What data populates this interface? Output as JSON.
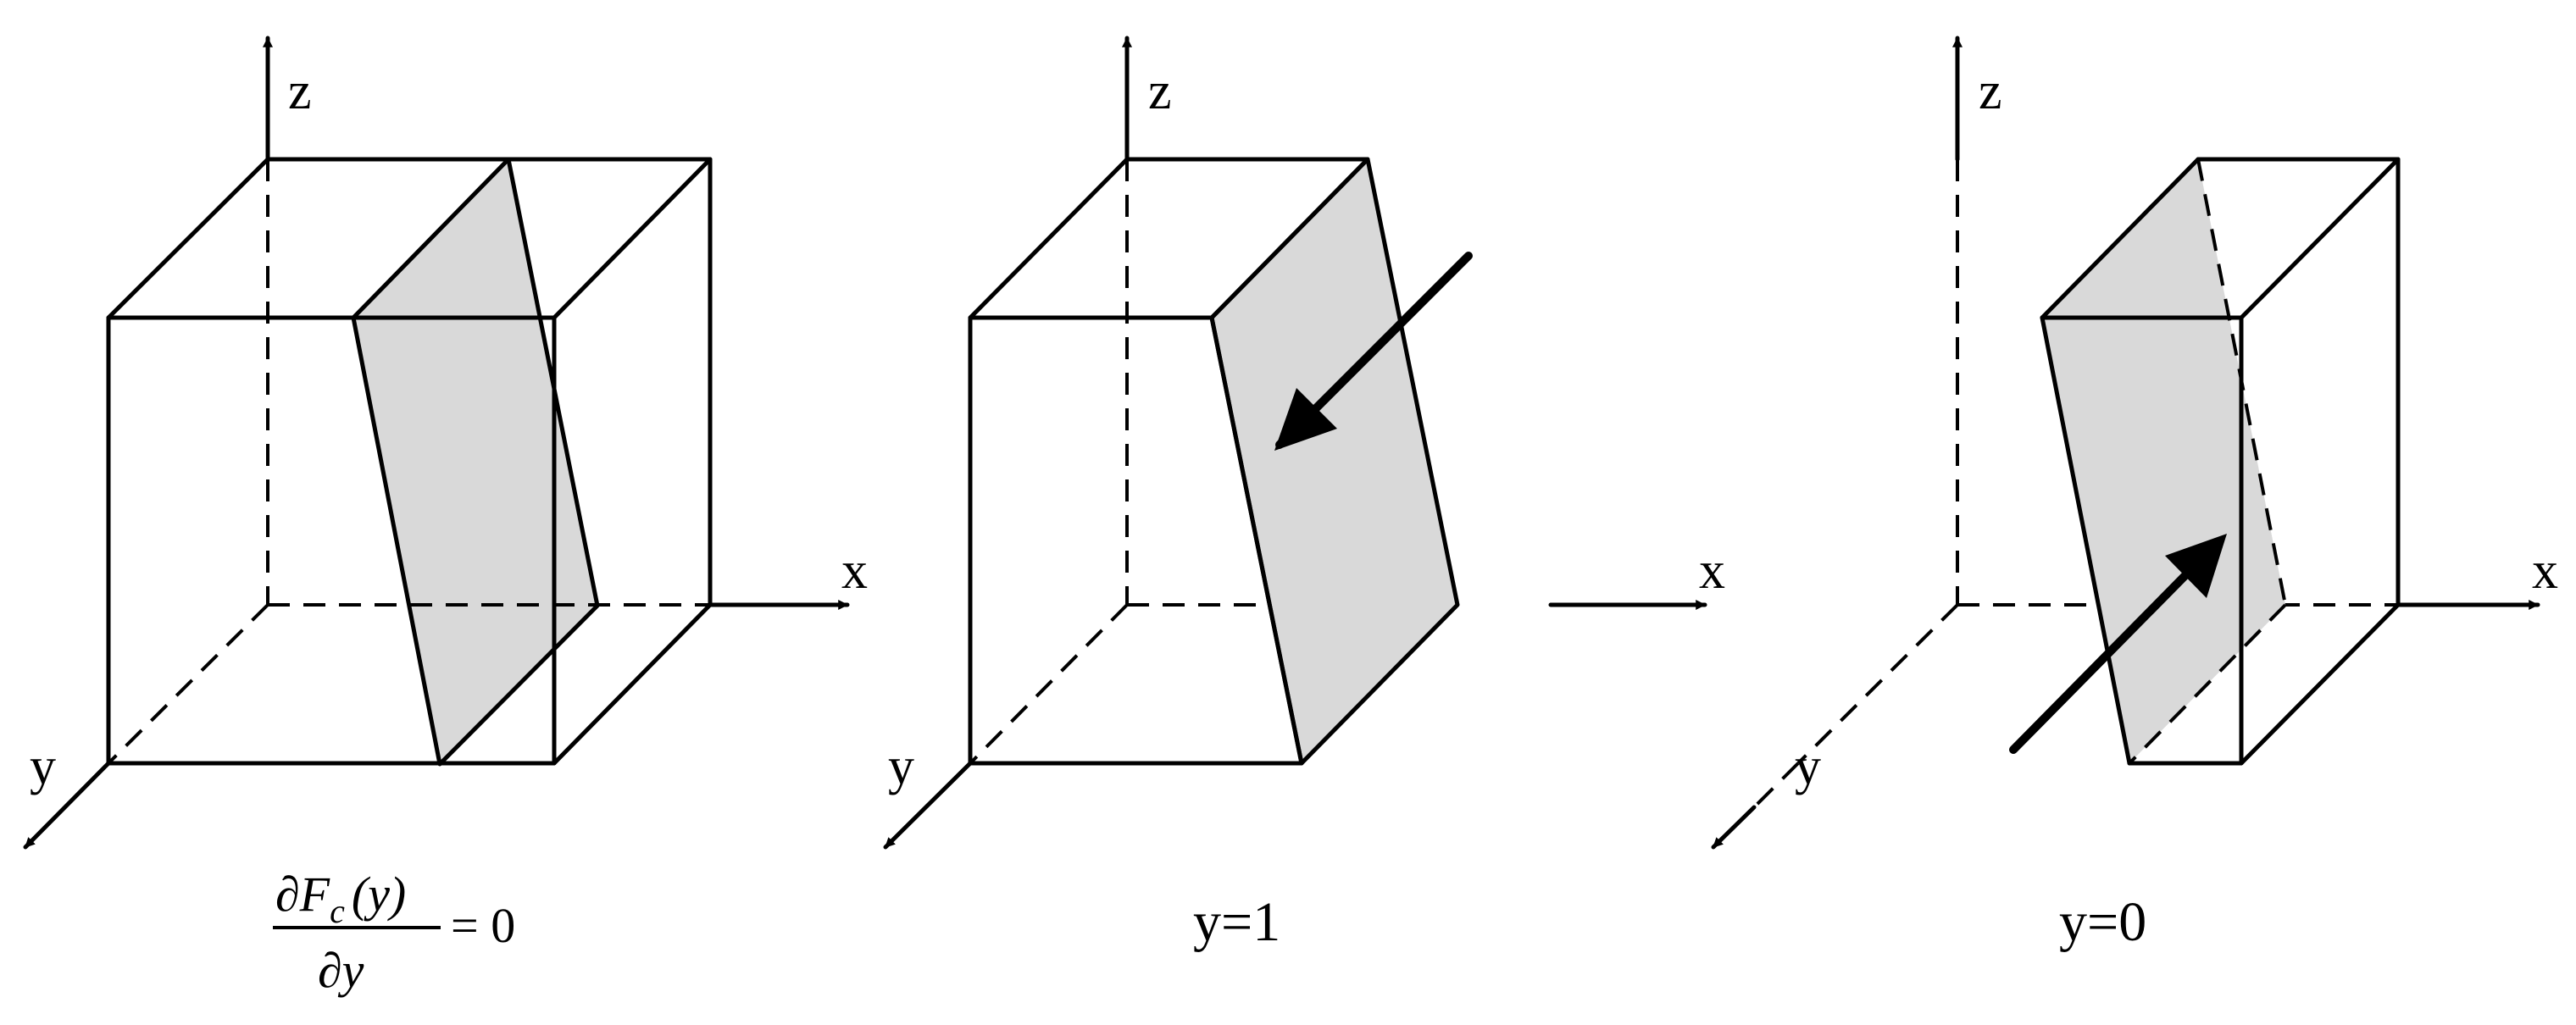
{
  "panels": [
    {
      "axes": {
        "x": "x",
        "y": "y",
        "z": "z"
      },
      "caption": {
        "numerator_symbol": "∂",
        "numerator_var": "F",
        "numerator_sub": "c",
        "numerator_arg": "(y)",
        "denominator": "∂y",
        "equals": "= 0"
      }
    },
    {
      "axes": {
        "x": "x",
        "y": "y",
        "z": "z"
      },
      "caption": {
        "text": "y=1"
      }
    },
    {
      "axes": {
        "x": "x",
        "y": "y",
        "z": "z"
      },
      "caption": {
        "text": "y=0"
      }
    }
  ],
  "colors": {
    "plane_fill": "#d9d9d9",
    "stroke": "#000000",
    "background": "#ffffff"
  }
}
